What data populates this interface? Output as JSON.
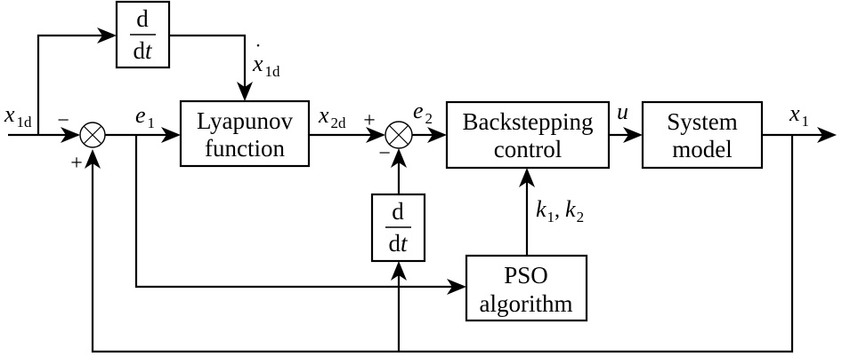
{
  "diagram": {
    "type": "control-block-diagram",
    "blocks": {
      "derivative_top": {
        "numerator": "d",
        "denominator_d": "d",
        "denominator_var": "t"
      },
      "lyapunov": {
        "line1": "Lyapunov",
        "line2": "function"
      },
      "backstepping": {
        "line1": "Backstepping",
        "line2": "control"
      },
      "system_model": {
        "line1": "System",
        "line2": "model"
      },
      "derivative_bottom": {
        "numerator": "d",
        "denominator_d": "d",
        "denominator_var": "t"
      },
      "pso": {
        "line1": "PSO",
        "line2": "algorithm"
      }
    },
    "signals": {
      "input": {
        "var": "x",
        "sub": "1d"
      },
      "input_derivative": {
        "var": "x",
        "sub": "1d",
        "accent": "˙"
      },
      "e1": {
        "var": "e",
        "sub": "1"
      },
      "x2d": {
        "var": "x",
        "sub": "2d"
      },
      "e2": {
        "var": "e",
        "sub": "2"
      },
      "u": {
        "var": "u"
      },
      "output": {
        "var": "x",
        "sub": "1"
      },
      "gains": {
        "k1_var": "k",
        "k1_sub": "1",
        "sep": ",",
        "k2_var": "k",
        "k2_sub": "2"
      }
    },
    "junctions": {
      "sum1": {
        "top_sign": "−",
        "bottom_sign": "+"
      },
      "sum2": {
        "top_sign": "+",
        "bottom_sign": "−"
      }
    }
  }
}
